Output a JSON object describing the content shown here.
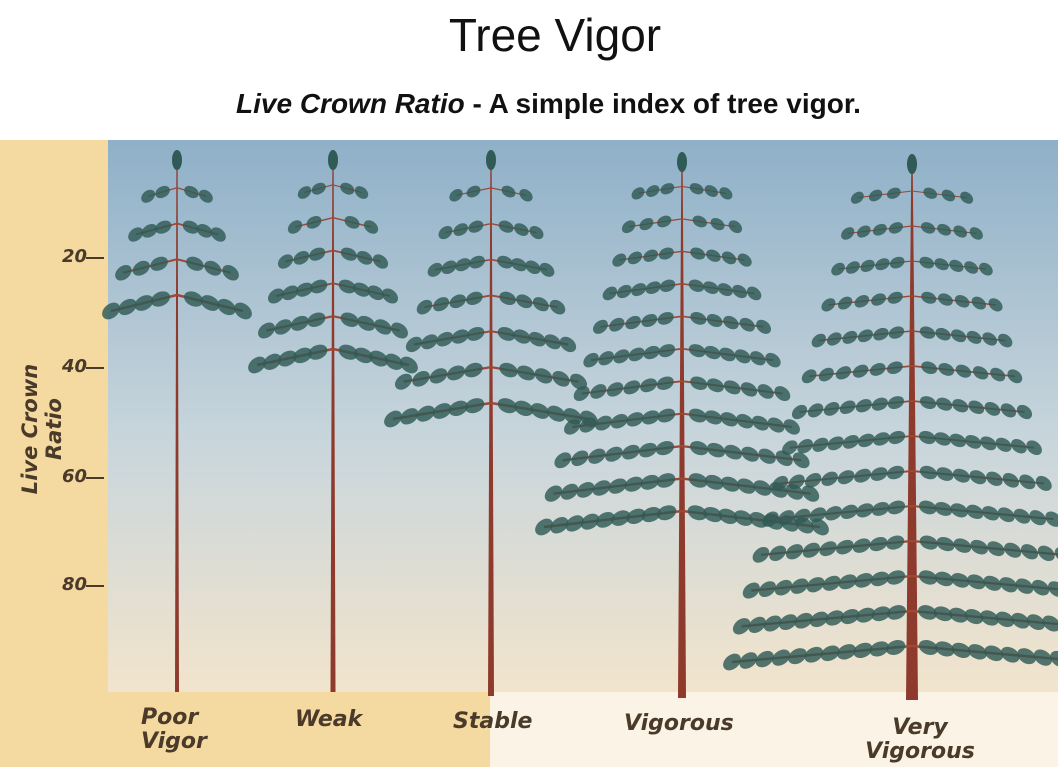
{
  "title": "Tree Vigor",
  "subtitle_italic": "Live Crown Ratio",
  "subtitle_rest": " - A simple index of tree vigor.",
  "axis_label": "Live Crown Ratio",
  "ticks": [
    "20",
    "40",
    "60",
    "80"
  ],
  "trees": [
    {
      "label_line1": "Poor",
      "label_line2": "Vigor",
      "live_crown_ratio": 25
    },
    {
      "label_line1": "Weak",
      "label_line2": "",
      "live_crown_ratio": 35
    },
    {
      "label_line1": "Stable",
      "label_line2": "",
      "live_crown_ratio": 45
    },
    {
      "label_line1": "Vigorous",
      "label_line2": "",
      "live_crown_ratio": 65
    },
    {
      "label_line1": "Very",
      "label_line2": "Vigorous",
      "live_crown_ratio": 90
    }
  ],
  "colors": {
    "sky_top": "#8fb0c8",
    "sky_bottom": "#f2e4cc",
    "side_band": "#f4d9a0",
    "trunk": "#8e3a2c",
    "branch": "#9a4a36",
    "foliage": "#2f5a55"
  }
}
